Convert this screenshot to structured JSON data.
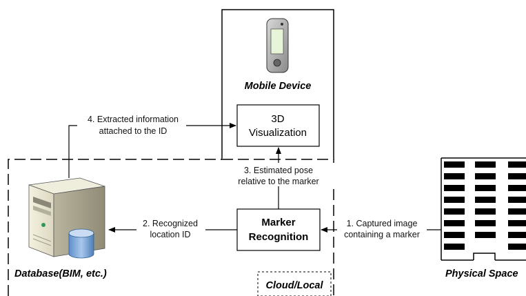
{
  "nodes": {
    "mobile_device": "Mobile Device",
    "visualization_line1": "3D",
    "visualization_line2": "Visualization",
    "marker_recognition_line1": "Marker",
    "marker_recognition_line2": "Recognition",
    "database": "Database(BIM, etc.)",
    "physical_space": "Physical Space",
    "cloud_local": "Cloud/Local"
  },
  "edges": {
    "captured": {
      "line1": "1. Captured image",
      "line2": "containing a marker"
    },
    "recognized": {
      "line1": "2. Recognized",
      "line2": "location ID"
    },
    "estimated": {
      "line1": "3. Estimated pose",
      "line2": "relative to the marker"
    },
    "extracted": {
      "line1": "4. Extracted information",
      "line2": "attached to the ID"
    }
  }
}
